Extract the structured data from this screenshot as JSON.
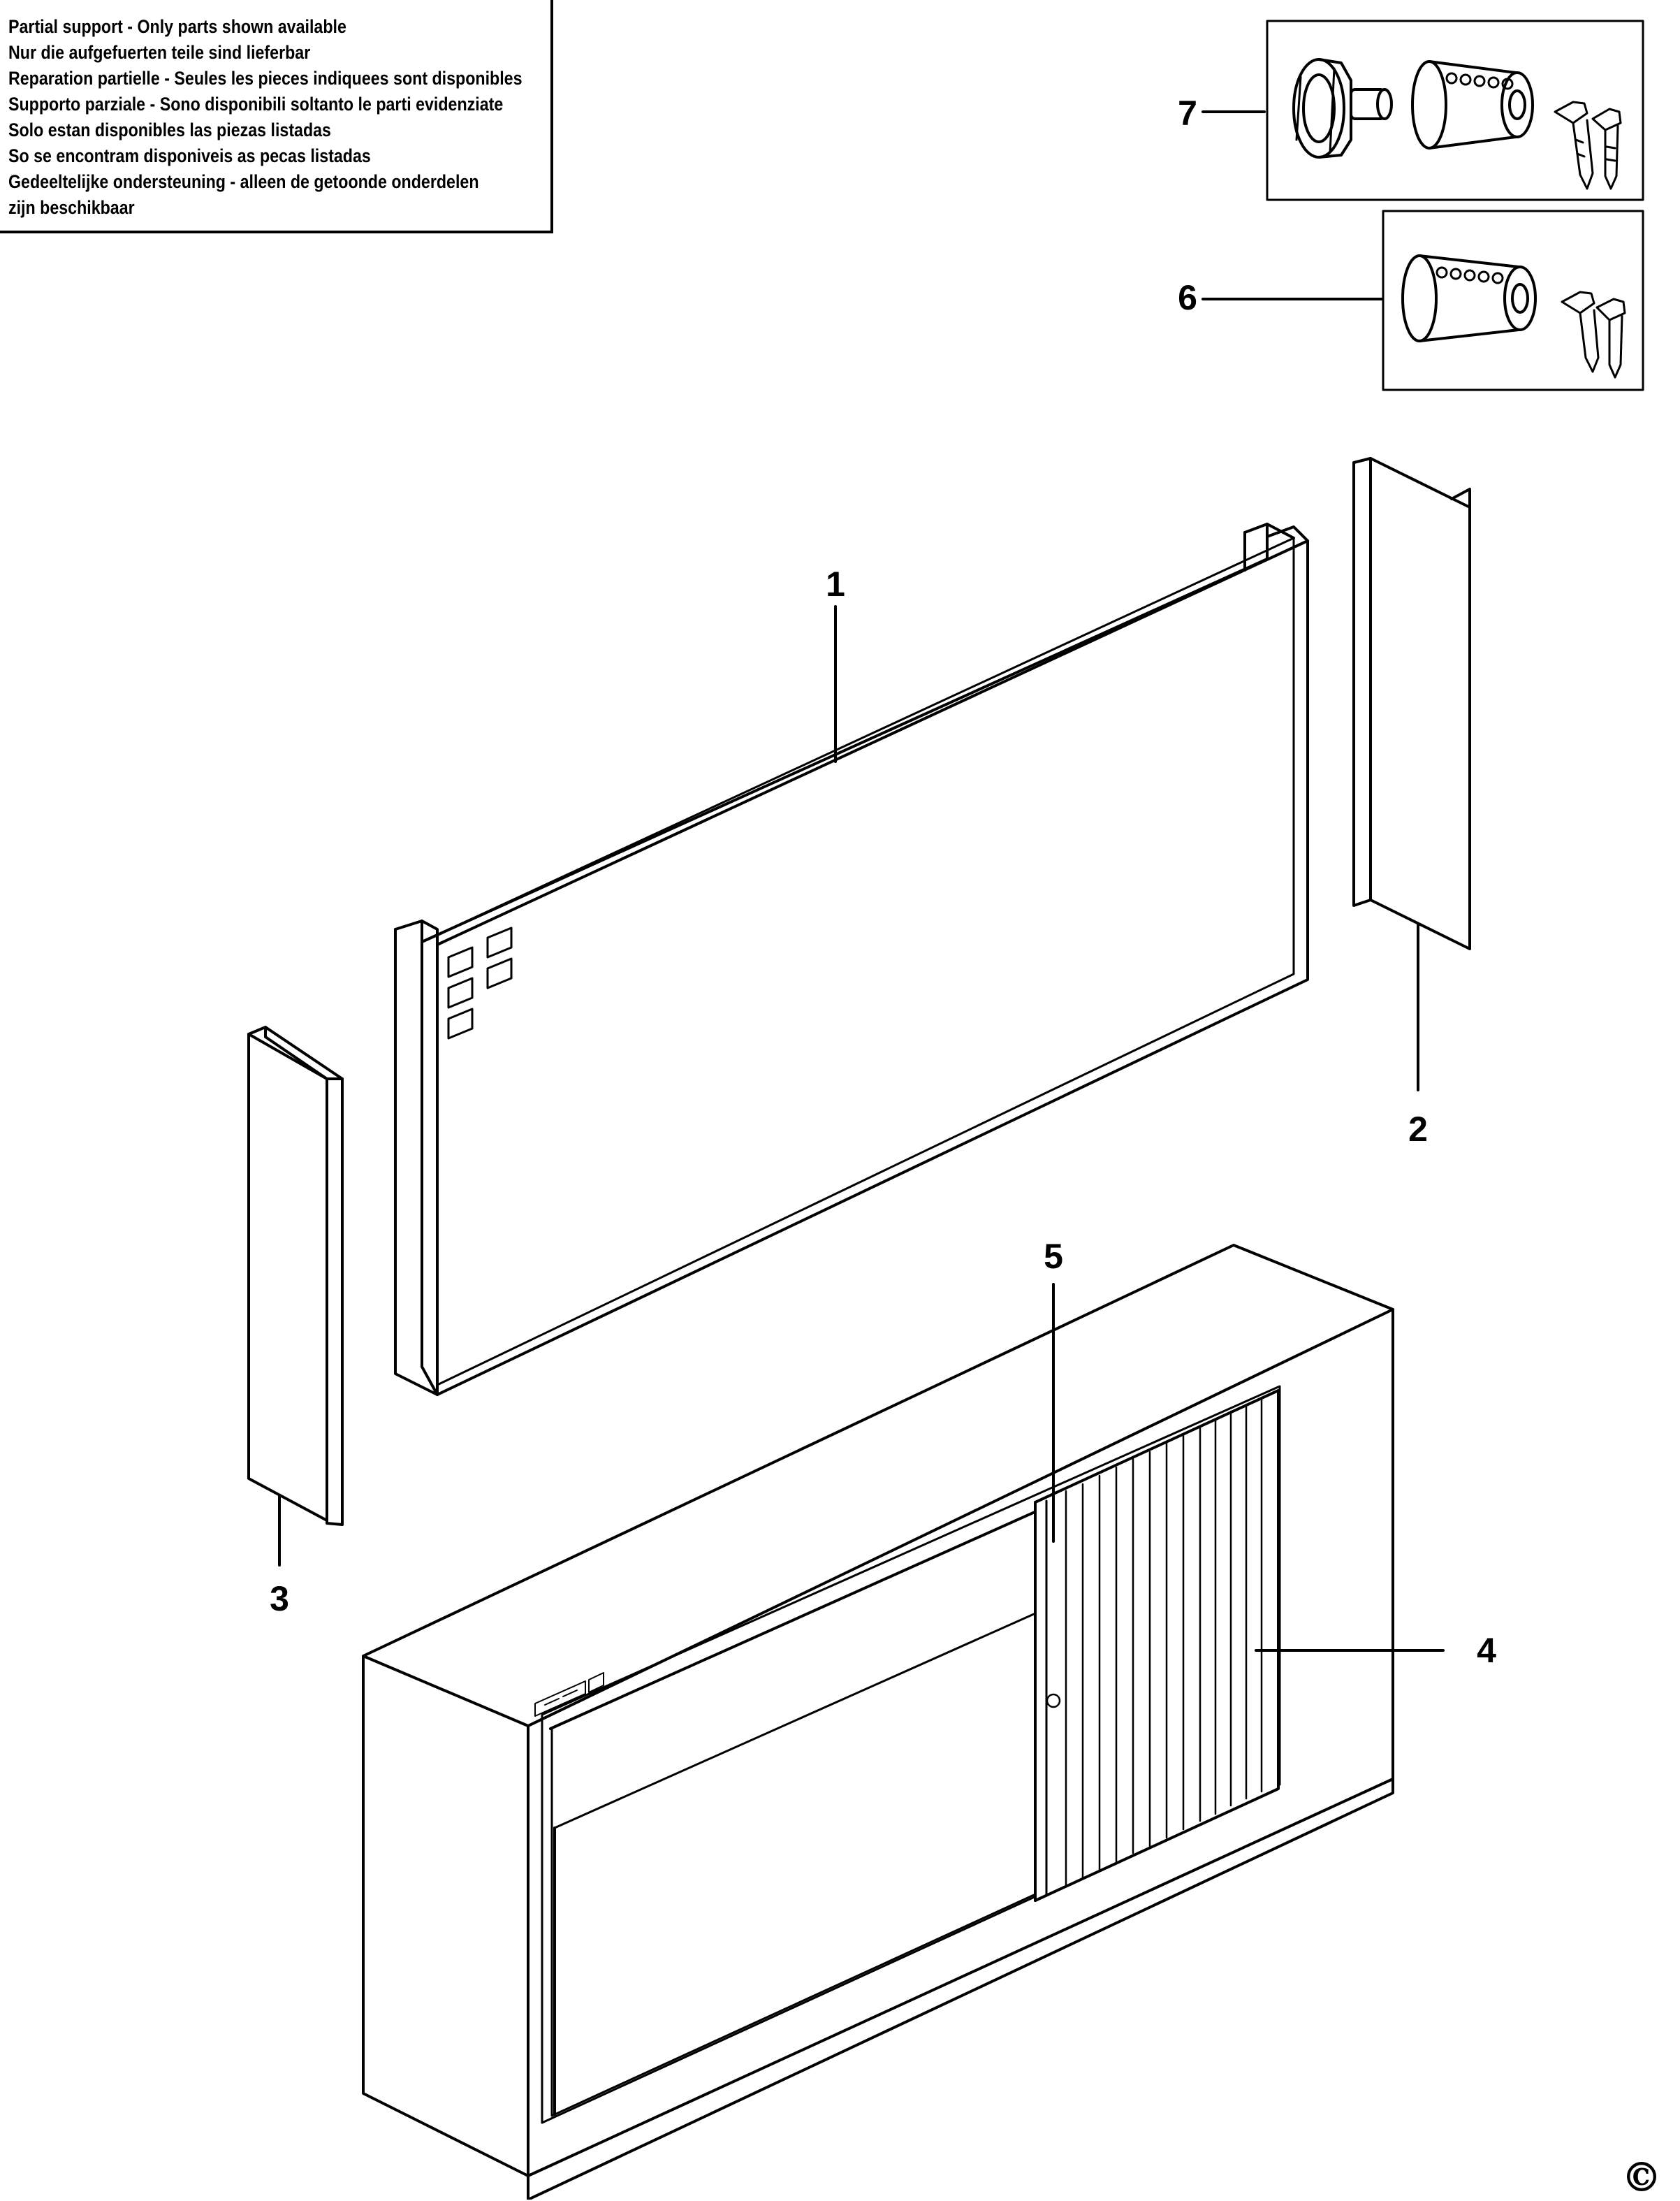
{
  "notice": {
    "lines": [
      "Partial support - Only parts shown available",
      "Nur die aufgefuerten teile sind lieferbar",
      "Reparation partielle - Seules les pieces indiquees sont disponibles",
      "Supporto parziale - Sono disponibili soltanto le parti evidenziate",
      "Solo estan disponibles las piezas listadas",
      "So se encontram disponiveis as pecas listadas",
      "Gedeeltelijke ondersteuning - alleen de getoonde onderdelen",
      "zijn beschikbaar"
    ]
  },
  "callouts": {
    "c1": "1",
    "c2": "2",
    "c3": "3",
    "c4": "4",
    "c5": "5",
    "c6": "6",
    "c7": "7"
  },
  "copyright": "©",
  "colors": {
    "ink": "#000000",
    "paper": "#ffffff"
  }
}
